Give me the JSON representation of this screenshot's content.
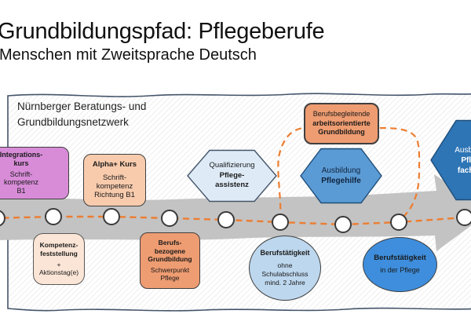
{
  "slide": {
    "title": "Grundbildungspfad: Pflegeberufe",
    "subtitle": "Menschen mit Zweitsprache Deutsch"
  },
  "network": {
    "label": "Nürnberger Beratungs- und\nGrundbildungsnetzwerk"
  },
  "path": {
    "milestone_count": 9
  },
  "path_nodes": {
    "integrationskurs": {
      "title": "Integrations-\nkurs",
      "body": "Schrift-\nkompetenz\nB1"
    },
    "alpha_kurs": {
      "title": "Alpha+ Kurs",
      "body": "Schrift-\nkompetenz\nRichtung B1"
    },
    "kompetenzfeststellung": {
      "title": "Kompetenz-\nfeststellung",
      "body": "+\nAktionstag(e)"
    },
    "berufsbezogene_grundbildung": {
      "title": "Berufs-\nbezogene\nGrundbildung",
      "body": "Schwerpunkt\nPflege"
    },
    "qualifizierung_pflegeassistenz": {
      "pre": "Qualifizierung",
      "title": "Pflege-\nassistenz"
    },
    "berufsbegleitende_grundbildung": {
      "pre": "Berufsbegleitende",
      "title": "arbeitsorientierte\nGrundbildung"
    },
    "ausbildung_pflegehilfe": {
      "pre": "Ausbildung",
      "title": "Pflegehilfe"
    },
    "ausbildung_pflegefachkraft": {
      "pre": "Ausbildung",
      "title": "Pflege-\nfachkraft"
    },
    "berufstaetigkeit_ohne_schulabschluss": {
      "title": "Berufstätigkeit",
      "body": "ohne\nSchulabschluss\nmind. 2 Jahre"
    },
    "berufstaetigkeit_in_der_pflege": {
      "title": "Berufstätigkeit",
      "body": "in der Pflege"
    }
  },
  "colors": {
    "dashed_path": "#ED7D31",
    "road": "#C3C3C3",
    "frame_border": "#44546A",
    "plum_box": "#D88CD8",
    "peach_box": "#F8CBAD",
    "light_peach_box": "#FBE5D6",
    "orange_box": "#EE9C71",
    "light_blue_hexagon": "#DEEBF7",
    "mid_blue_hexagon": "#5B9BD5",
    "dark_blue_hexagon": "#2E75B6",
    "light_blue_ellipse": "#BDD7EE",
    "blue_ellipse": "#3E8EDD"
  }
}
